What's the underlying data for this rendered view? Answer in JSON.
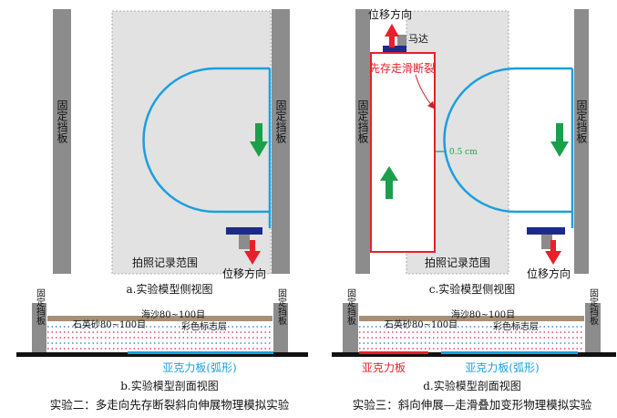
{
  "labels": {
    "fixed_board": "固定挡板",
    "displacement_direction": "位移方向",
    "photo_range": "拍照记录范围",
    "motor": "马达",
    "pre_fault": "先存走滑断裂",
    "gap": "0.5 cm",
    "sea_sand": "海沙80~100目",
    "quartz_sand": "石英砂80~100目",
    "color_layer": "彩色标志层",
    "acrylic_arc": "亚克力板(弧形)",
    "acrylic": "亚克力板"
  },
  "captions": {
    "a": "a.实验模型侧视图",
    "b": "b.实验模型剖面视图",
    "c": "c.实验模型侧视图",
    "d": "d.实验模型剖面视图"
  },
  "titles": {
    "exp2": "实验二：多走向先存断裂斜向伸展物理模拟实验",
    "exp3": "实验三：斜向伸展—走滑叠加变形物理模拟实验"
  },
  "colors": {
    "wall": "#8c8c8c",
    "photo_area": "#e2e2e2",
    "arc": "#1a9fe0",
    "red": "#e8202a",
    "green": "#1aa04a",
    "navy": "#1d2a8c",
    "sand": "#a69078",
    "pink_dot": "#e0407a",
    "blue_dot": "#3c8cd8"
  }
}
